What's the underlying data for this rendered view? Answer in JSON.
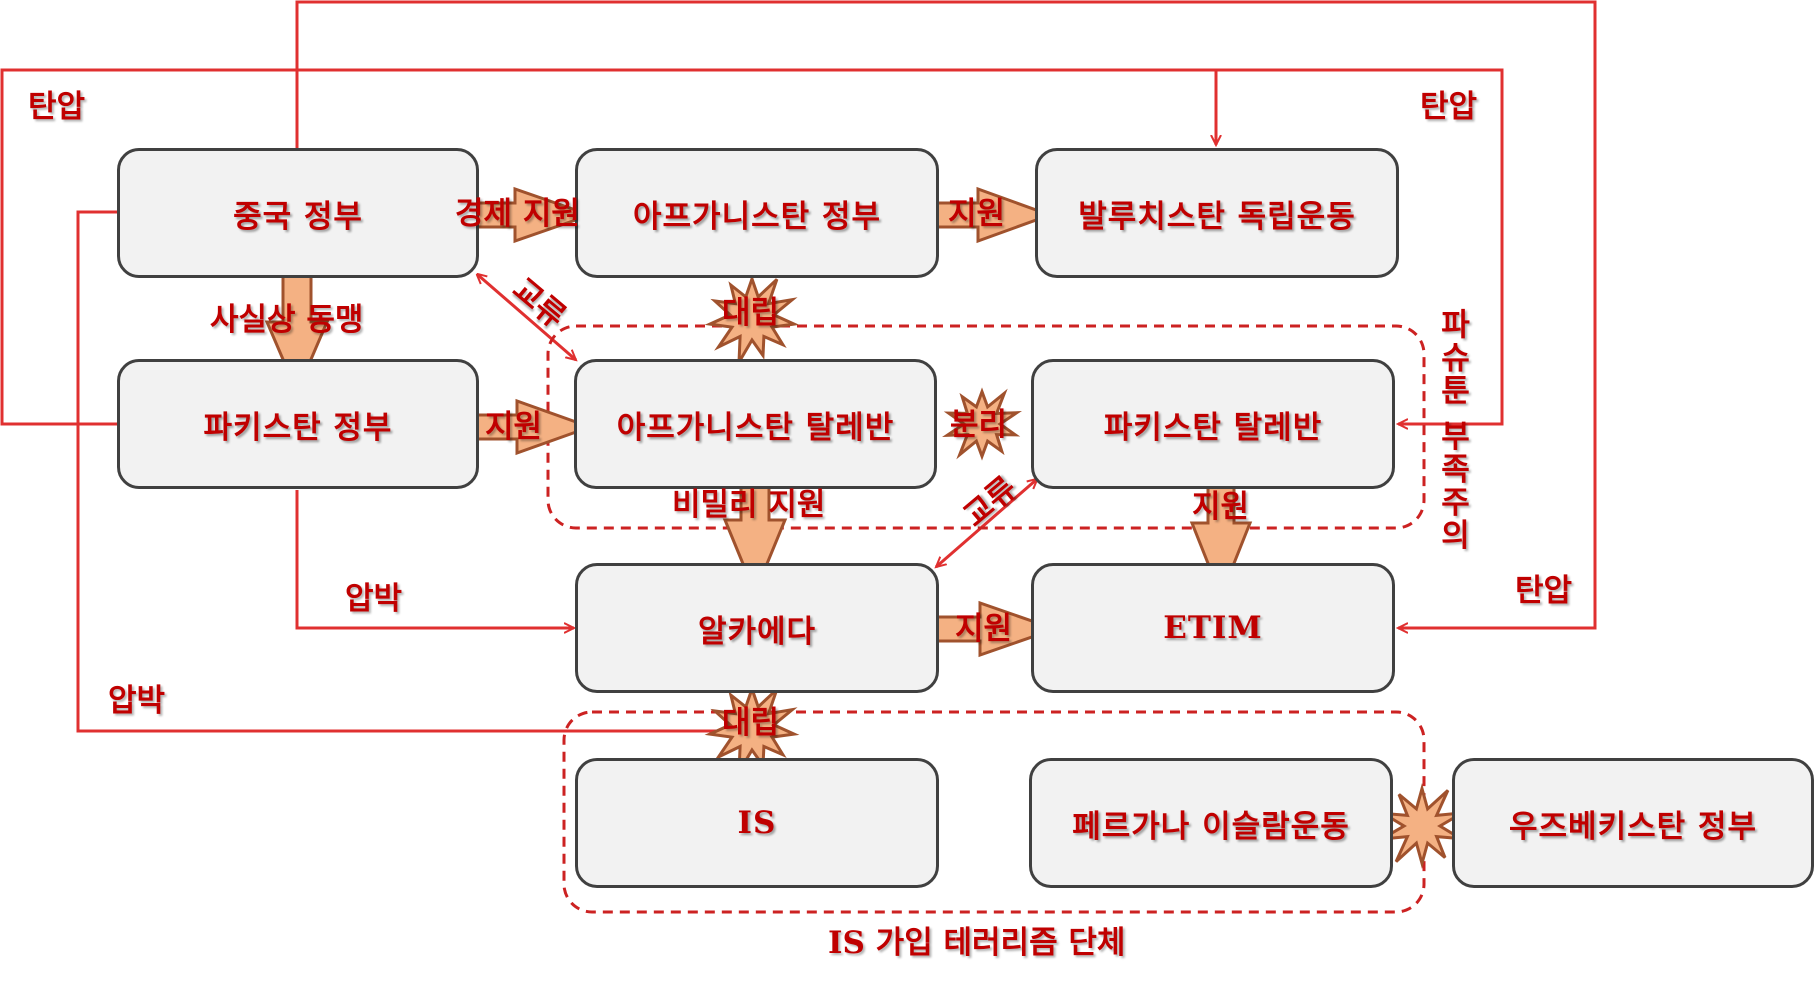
{
  "nodes": {
    "china": "중국 정부",
    "afghan_gov": "아프가니스탄 정부",
    "baloch": "발루치스탄 독립운동",
    "pakistan_gov": "파키스탄 정부",
    "afghan_taliban": "아프가니스탄 탈레반",
    "pakistan_taliban": "파키스탄 탈레반",
    "alqaeda": "알카에다",
    "etim": "ETIM",
    "is": "IS",
    "fergana": "페르가나 이슬람운동",
    "uzbek_gov": "우즈베키스탄 정부"
  },
  "edge_labels": {
    "repress_left": "탄압",
    "repress_right_top": "탄압",
    "repress_right_bottom": "탄압",
    "econ_support": "경제 지원",
    "support_afghan_baloch": "지원",
    "de_facto_alliance": "사실상 동맹",
    "exchange_top": "교류",
    "confront_top": "대립",
    "support_pak_taliban": "지원",
    "split": "분리",
    "secret_support": "비밀리 지원",
    "exchange_mid": "교류",
    "support_etim": "지원",
    "pressure_mid": "압박",
    "pressure_left": "압박",
    "support_alqaeda_etim": "지원",
    "confront_bottom": "대립"
  },
  "group_labels": {
    "pashtun": "파슈툰 부족주의",
    "is_group": "IS 가입 테러리즘 단체"
  },
  "colors": {
    "line": "#e03030",
    "text": "#c00000",
    "arrow_fill": "#f4b183",
    "arrow_stroke": "#a0522d",
    "box_fill": "#f2f2f2",
    "box_border": "#404040"
  }
}
